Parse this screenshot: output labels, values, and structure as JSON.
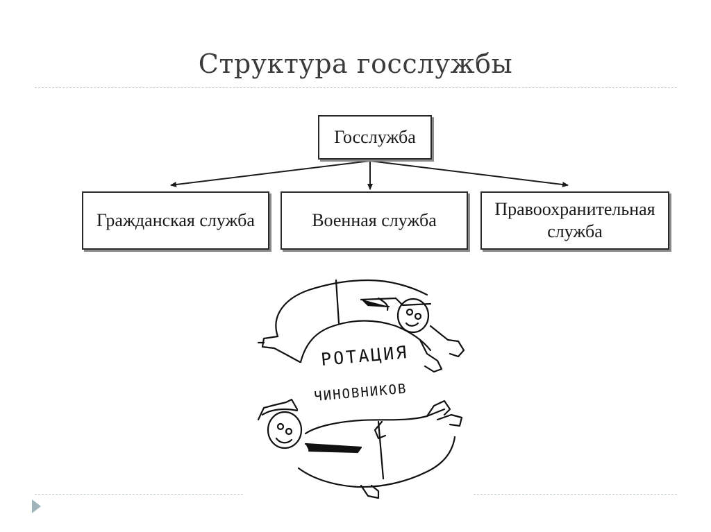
{
  "slide": {
    "title": "Структура госслужбы"
  },
  "org_chart": {
    "root": "Госслужба",
    "children": [
      {
        "label": "Гражданская служба"
      },
      {
        "label": "Военная служба"
      },
      {
        "label_line1": "Правоохранительная",
        "label_line2": "служба"
      }
    ]
  },
  "illustration": {
    "caption_line1": "РОТАЦИЯ",
    "caption_line2": "ЧИНОВНИКОВ"
  },
  "colors": {
    "title": "#3b3b3b",
    "rule": "#b9c7cc",
    "nav_arrow": "#9fb3bb"
  }
}
